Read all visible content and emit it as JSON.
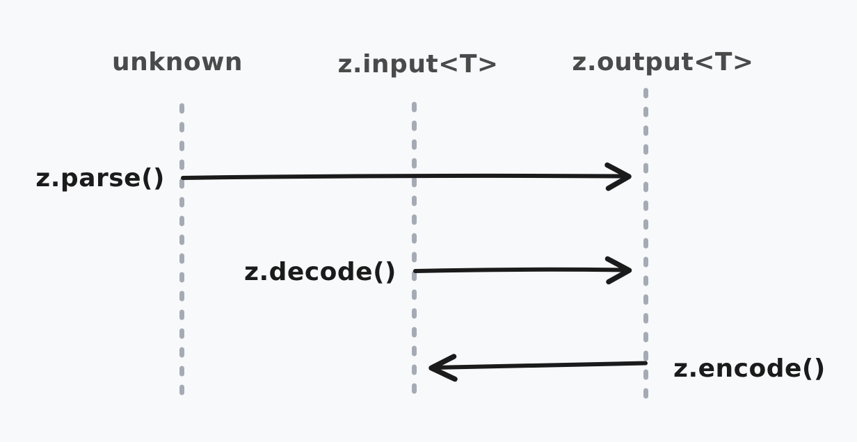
{
  "page": {
    "background": "#f8f9fb"
  },
  "diagram": {
    "type": "sequence-diagram",
    "topic": "zod parse/decode/encode data flow",
    "colors": {
      "background": "#f8f9fb",
      "lifeline": "#a5abb4",
      "arrow": "#1b1b1b",
      "header_text": "#4a4a4a",
      "label_text": "#1b1b1b"
    },
    "lifelines": [
      {
        "id": "unknown",
        "label": "unknown"
      },
      {
        "id": "z-input",
        "label": "z.input<T>"
      },
      {
        "id": "z-output",
        "label": "z.output<T>"
      }
    ],
    "messages": [
      {
        "label": "z.parse()",
        "from": "unknown",
        "to": "z-output",
        "direction": "right",
        "label_side": "left-of-tail"
      },
      {
        "label": "z.decode()",
        "from": "z-input",
        "to": "z-output",
        "direction": "right",
        "label_side": "left-of-tail"
      },
      {
        "label": "z.encode()",
        "from": "z-output",
        "to": "z-input",
        "direction": "left",
        "label_side": "right-of-tail"
      }
    ]
  }
}
